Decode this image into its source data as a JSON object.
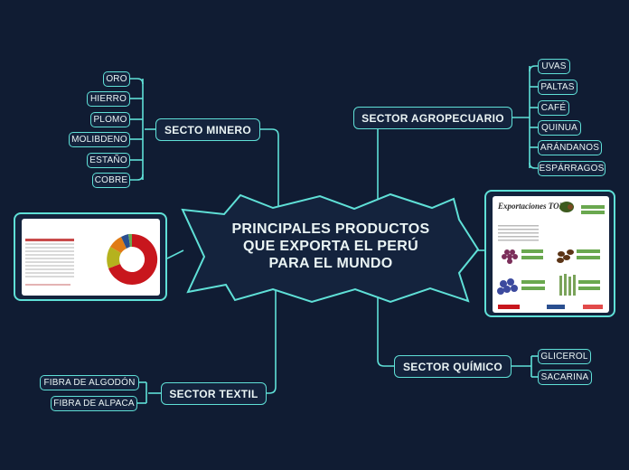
{
  "center": {
    "lines": [
      "PRINCIPALES PRODUCTOS",
      "QUE EXPORTA EL PERÚ",
      "PARA EL MUNDO"
    ]
  },
  "branches": {
    "minero": {
      "label": "SECTO MINERO",
      "items": [
        "ORO",
        "HIERRO",
        "PLOMO",
        "MOLIBDENO",
        "ESTAÑO",
        "COBRE"
      ]
    },
    "agro": {
      "label": "SECTOR AGROPECUARIO",
      "items": [
        "UVAS",
        "PALTAS",
        "CAFÉ",
        "QUINUA",
        "ARÁNDANOS",
        "ESPÁRRAGOS"
      ]
    },
    "quimico": {
      "label": "SECTOR QUÍMICO",
      "items": [
        "GLICEROL",
        "SACARINA"
      ]
    },
    "textil": {
      "label": "SECTOR TEXTIL",
      "items": [
        "FIBRA DE ALGODÓN",
        "FIBRA DE ALPACA"
      ]
    }
  },
  "agro_image": {
    "title": "Exportaciones TOP"
  },
  "colors": {
    "background": "#101c33",
    "node_fill": "#14233d",
    "accent": "#5fe0d7",
    "text": "#eaf4f4"
  }
}
